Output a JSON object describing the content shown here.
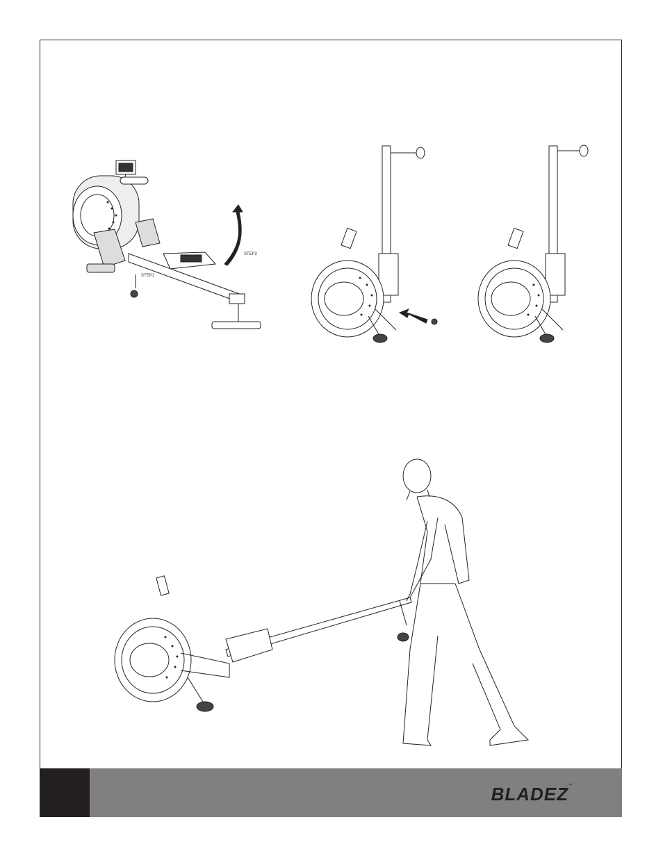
{
  "figure1": {
    "step1_label": "STEP1",
    "step2_label": "STEP2"
  },
  "footer": {
    "brand": "BLADEZ",
    "trademark": "™"
  }
}
